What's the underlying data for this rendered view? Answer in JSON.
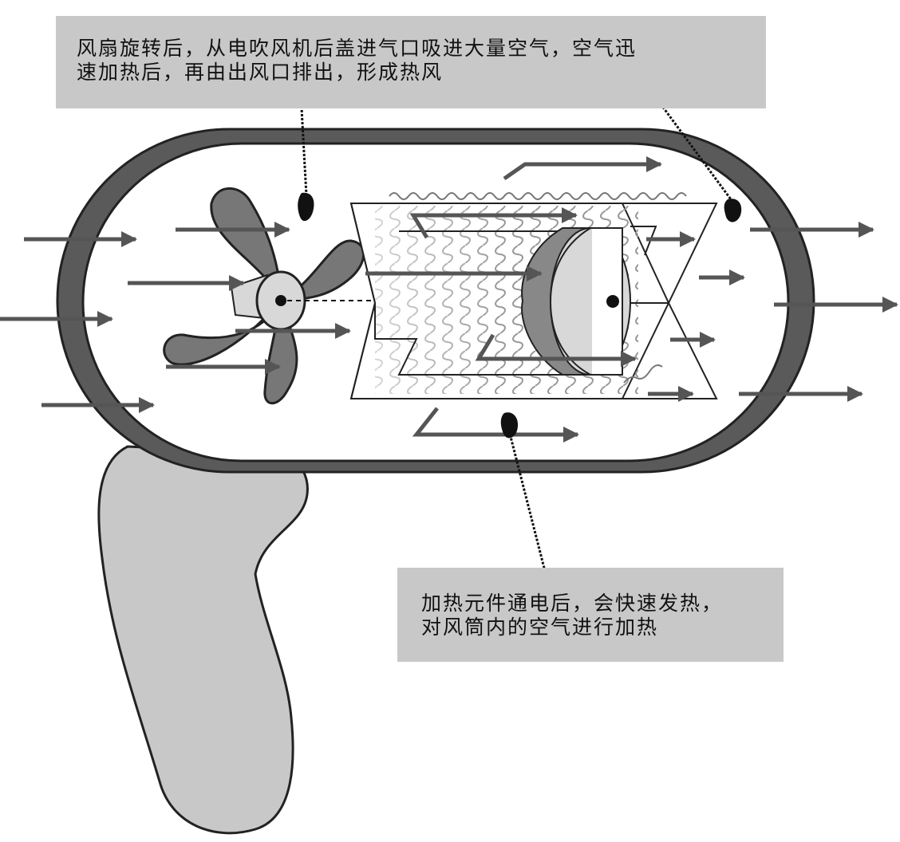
{
  "callouts": {
    "fan": {
      "line1": "风扇旋转后，从电吹风机后盖进气口吸进大量空气，空气迅",
      "line2": "速加热后，再由出风口排出，形成热风"
    },
    "heater": {
      "line1": "加热元件通电后，会快速发热，",
      "line2": "对风筒内的空气进行加热"
    }
  },
  "colors": {
    "body_outline": "#555555",
    "handle_fill": "#c8c8c8",
    "fan_blade": "#777777",
    "arrow": "#555555",
    "callout_bg": "#c8c8c8",
    "coil": "#999999"
  },
  "icons": {
    "pointer": "pointing-hand-icon",
    "leader_dot": "leader-dot-icon"
  }
}
